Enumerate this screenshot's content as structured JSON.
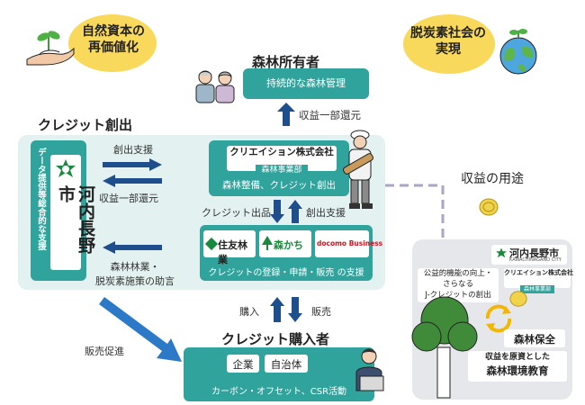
{
  "top_left": {
    "line1": "自然資本の",
    "line2": "再価値化"
  },
  "top_right": {
    "line1": "脱炭素社会の",
    "line2": "実現"
  },
  "owner": {
    "title": "森林所有者",
    "box": "持続的な森林管理"
  },
  "return_up": "収益一部還元",
  "credit_creation_title": "クレジット創出",
  "city": {
    "side_text": "データ提供等総合的な支援",
    "name": "河内長野市"
  },
  "arrows_mid": {
    "support": "創出支援",
    "return": "収益一部還元"
  },
  "creation_co": {
    "name": "クリエイション株式会社",
    "dept": "森林事業部",
    "desc": "森林整備、クレジット創出"
  },
  "mid_labels": {
    "listing": "クレジット出品",
    "support": "創出支援"
  },
  "advice": {
    "line1": "森林林業・",
    "line2": "脱炭素施策の助言"
  },
  "partners": {
    "sumitomo": "住友林業",
    "morikachi": "森かち",
    "docomo": "docomo Business",
    "desc": "クレジットの登録・申請・販売 の支援"
  },
  "lower_labels": {
    "buy": "購入",
    "sell": "販売",
    "promo": "販売促進"
  },
  "buyer": {
    "title": "クレジット購入者",
    "tag1": "企業",
    "tag2": "自治体",
    "desc": "カーボン・オフセット、CSR活動"
  },
  "usage": {
    "title": "収益の用途",
    "city_name": "河内長野市",
    "city_en": "KAWACHINAGANO CITY",
    "co_name": "クリエイション株式会社",
    "co_dept": "森林事業部",
    "text1": "公益的機能の向上・",
    "text2": "さらなる",
    "text3": "J-クレジットの創出",
    "forest": "森林保全",
    "funding": "収益を原資とした",
    "edu": "森林環境教育"
  },
  "colors": {
    "teal": "#2fa39c",
    "light": "#e3f2f1",
    "yellow": "#f9d95b",
    "darkblue": "#1f4e8c",
    "green": "#178a3c"
  }
}
